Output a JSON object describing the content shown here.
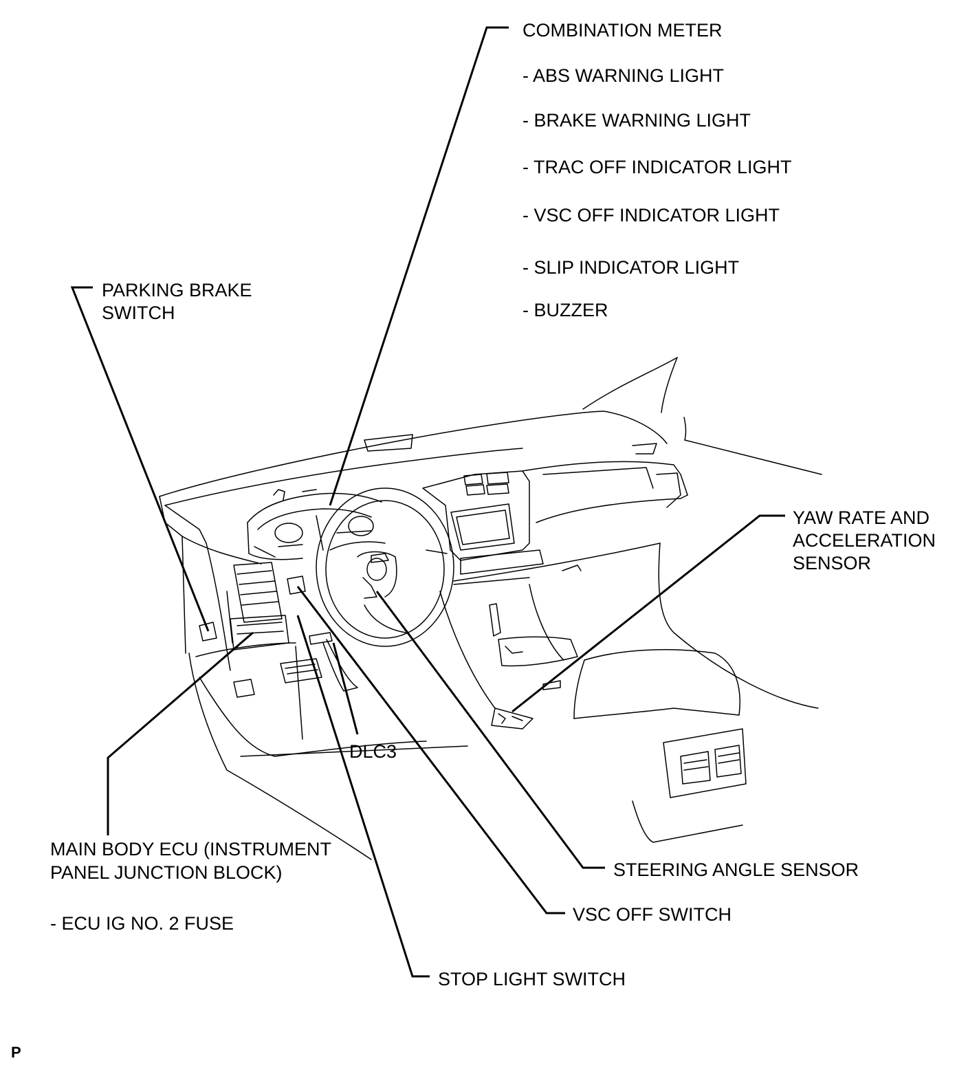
{
  "labels": {
    "combination_meter": "COMBINATION METER",
    "abs_warning_light": "- ABS WARNING LIGHT",
    "brake_warning_light": "- BRAKE WARNING LIGHT",
    "trac_off_indicator_light": "- TRAC OFF INDICATOR LIGHT",
    "vsc_off_indicator_light": "- VSC OFF INDICATOR LIGHT",
    "slip_indicator_light": "- SLIP INDICATOR LIGHT",
    "buzzer": "- BUZZER",
    "parking_brake_switch_line1": "PARKING BRAKE",
    "parking_brake_switch_line2": "SWITCH",
    "yaw_rate_line1": "YAW RATE AND",
    "yaw_rate_line2": "ACCELERATION",
    "yaw_rate_line3": "SENSOR",
    "dlc3": "DLC3",
    "main_body_ecu_line1": "MAIN BODY ECU (INSTRUMENT",
    "main_body_ecu_line2": "PANEL JUNCTION BLOCK)",
    "ecu_ig_no2_fuse": "- ECU IG NO. 2 FUSE",
    "steering_angle_sensor": "STEERING ANGLE SENSOR",
    "vsc_off_switch": "VSC OFF SWITCH",
    "stop_light_switch": "STOP LIGHT SWITCH"
  },
  "corner_mark": "P"
}
